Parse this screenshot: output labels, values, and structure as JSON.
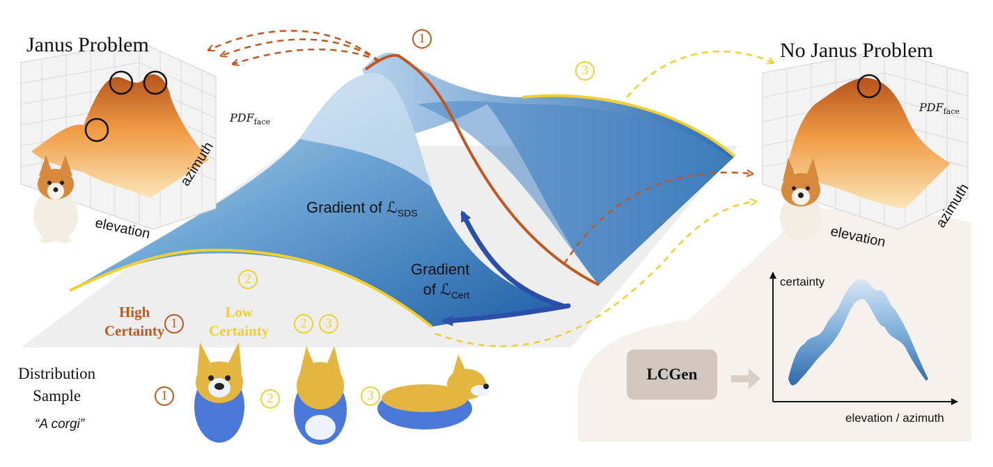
{
  "labels": {
    "janus_title": "Janus Problem",
    "no_janus_title": "No Janus Problem",
    "pdf_main": "PDF",
    "pdf_sub": "face",
    "azimuth": "azimuth",
    "elevation": "elevation",
    "grad_sds_prefix": "Gradient of ℒ",
    "grad_sds_sub": "SDS",
    "grad_cert_line1": "Gradient",
    "grad_cert_line2": "of ℒ",
    "grad_cert_sub": "Cert",
    "high_certainty_1": "High",
    "high_certainty_2": "Certainty",
    "low_certainty_1": "Low",
    "low_certainty_2": "Certainty",
    "distribution_1": "Distribution",
    "distribution_2": "Sample",
    "prompt": "“A corgi”",
    "lcgen": "LCGen",
    "certainty_axis": "certainty",
    "elev_azim_axis": "elevation / azimuth"
  },
  "badges": {
    "one": "1",
    "two": "2",
    "three": "3"
  },
  "colors": {
    "high_certainty": "#c0571f",
    "low_certainty": "#f0cf2e",
    "surface_blue": "#3d7fbe",
    "gradient_arrow": "#2b4fa8",
    "orange_surface": "#e8903a",
    "panel_bg": "#f6f1ec"
  },
  "icons": {
    "corgi_images": "corgi-icon",
    "marker_circles": "circle-marker-icon",
    "arrows": "arrow-icon"
  }
}
